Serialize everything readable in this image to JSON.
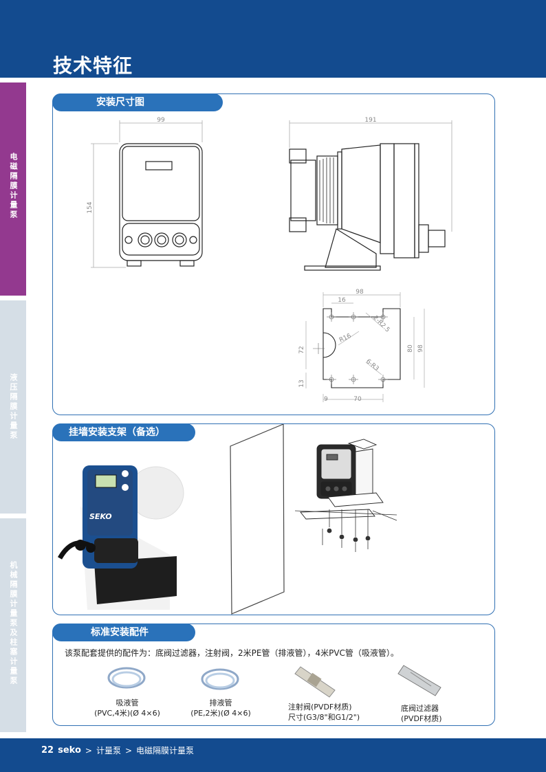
{
  "page": {
    "title": "技术特征"
  },
  "side_tabs": [
    "电磁隔膜计量泵",
    "液压隔膜计量泵",
    "机械隔膜计量泵及柱塞计量泵"
  ],
  "sections": {
    "install": {
      "title": "安装尺寸图",
      "dims": {
        "front_width": "99",
        "front_height": "154",
        "side_width": "191",
        "b_98": "98",
        "b_16": "16",
        "b_2r25": "2-R2.5",
        "b_r16": "R16",
        "b_72": "72",
        "b_13": "13",
        "b_80": "80",
        "b_98v": "98",
        "b_6r3": "6-R3",
        "b_9": "9",
        "b_70": "70"
      }
    },
    "bracket": {
      "title": "挂墙安装支架（备选）",
      "brand_label": "SEKO"
    },
    "accessories": {
      "title": "标准安装配件",
      "description": "该泵配套提供的配件为：底阀过滤器，注射阀，2米PE管（排液管），4米PVC管（吸液管）。",
      "items": [
        {
          "line1": "吸液管",
          "line2": "(PVC,4米)(Ø 4×6)"
        },
        {
          "line1": "排液管",
          "line2": "(PE,2米)(Ø 4×6)"
        },
        {
          "line1": "注射阀(PVDF材质)",
          "line2": "尺寸(G3/8\"和G1/2\")"
        },
        {
          "line1": "底阀过滤器",
          "line2": "(PVDF材质)"
        }
      ]
    }
  },
  "footer": {
    "page_number": "22",
    "brand": "seko",
    "crumb1": "计量泵",
    "crumb2": "电磁隔膜计量泵",
    "sep": ">"
  }
}
